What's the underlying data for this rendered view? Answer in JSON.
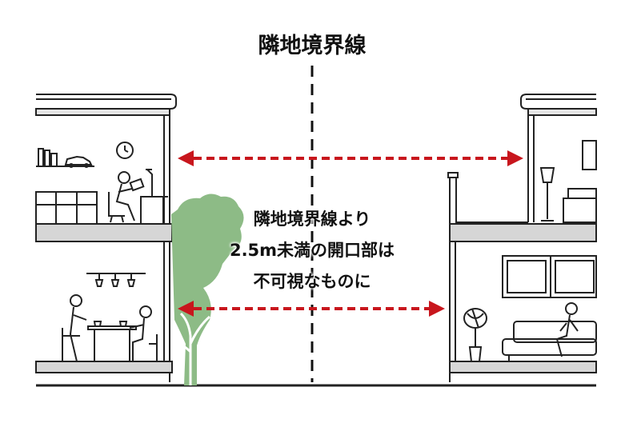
{
  "title": "隣地境界線",
  "note": {
    "line1": "隣地境界線より",
    "line2": "2.5m未満の開口部は",
    "line3": "不可視なものに"
  },
  "colors": {
    "arrow": "#c8161d",
    "tree": "#8dbb86",
    "floor_slab": "#d6d6d6",
    "line": "#222222"
  },
  "icons": [
    "bookshelf-icon",
    "car-model-icon",
    "clock-icon",
    "person-at-desk-icon",
    "pendant-lamp-icon",
    "dining-people-icon",
    "tree-icon",
    "floor-lamp-icon",
    "bed-icon",
    "window-icon",
    "potted-plant-icon",
    "sofa-person-icon"
  ]
}
